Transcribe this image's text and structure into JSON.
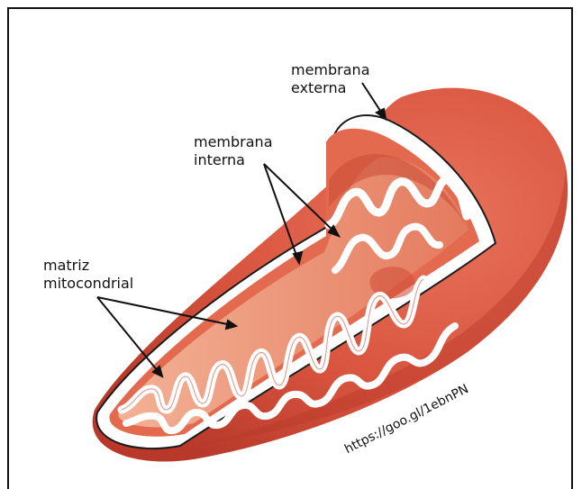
{
  "labels": {
    "membrana_externa": [
      "membrana",
      "externa"
    ],
    "membrana_interna": [
      "membrana",
      "interna"
    ],
    "matriz_mitocondrial": [
      "matriz",
      "mitocondrial"
    ]
  },
  "source_url": "https://goo.gl/1ebnPN",
  "colors": {
    "outer_body": "#d9553f",
    "outer_shade": "#b8392a",
    "membrane_white": "#ffffff",
    "inner_wall": "#e46a4f",
    "cristae": "#e9816a",
    "matrix": "#f0a585",
    "label_line": "#111111"
  }
}
